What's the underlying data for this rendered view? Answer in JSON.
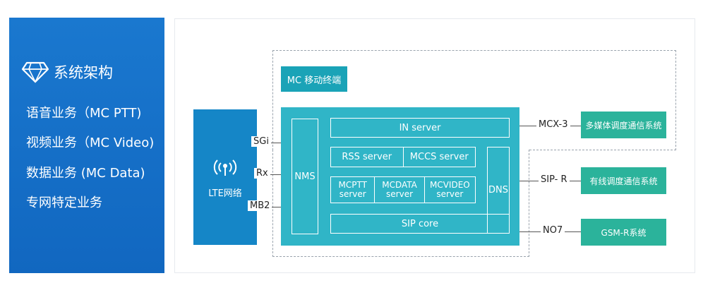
{
  "sidebar": {
    "title": "系统架构",
    "title_icon": "diamond-icon",
    "items": [
      {
        "label": "语音业务（MC PTT)"
      },
      {
        "label": "视频业务（MC Video)"
      },
      {
        "label": "数据业务 (MC Data)"
      },
      {
        "label": "专网特定业务"
      }
    ]
  },
  "diagram": {
    "mc_terminal": "MC 移动终端",
    "lte": {
      "label": "LTE网络",
      "icon": "signal-antenna-icon"
    },
    "interfaces_left": [
      "SGi",
      "Rx",
      "MB2"
    ],
    "core": {
      "nms": "NMS",
      "in_server": "IN server",
      "rss_server": "RSS server",
      "mccs_server": "MCCS server",
      "mcptt_server": "MCPTT server",
      "mcdata_server": "MCDATA server",
      "mcvideo_server": "MCVIDEO server",
      "sip_core": "SIP core",
      "dns": "DNS"
    },
    "interfaces_right": [
      "MCX-3",
      "SIP- R",
      "NO7"
    ],
    "external_systems": [
      "多媒体调度通信系统",
      "有线调度通信系统",
      "GSM-R系统"
    ]
  },
  "colors": {
    "sidebar_bg": "#1167c0",
    "lte_bg": "#1586c7",
    "core_bg": "#30b5c7",
    "mc_terminal_bg": "#1aa3b7",
    "external_bg": "#2bb39b"
  }
}
